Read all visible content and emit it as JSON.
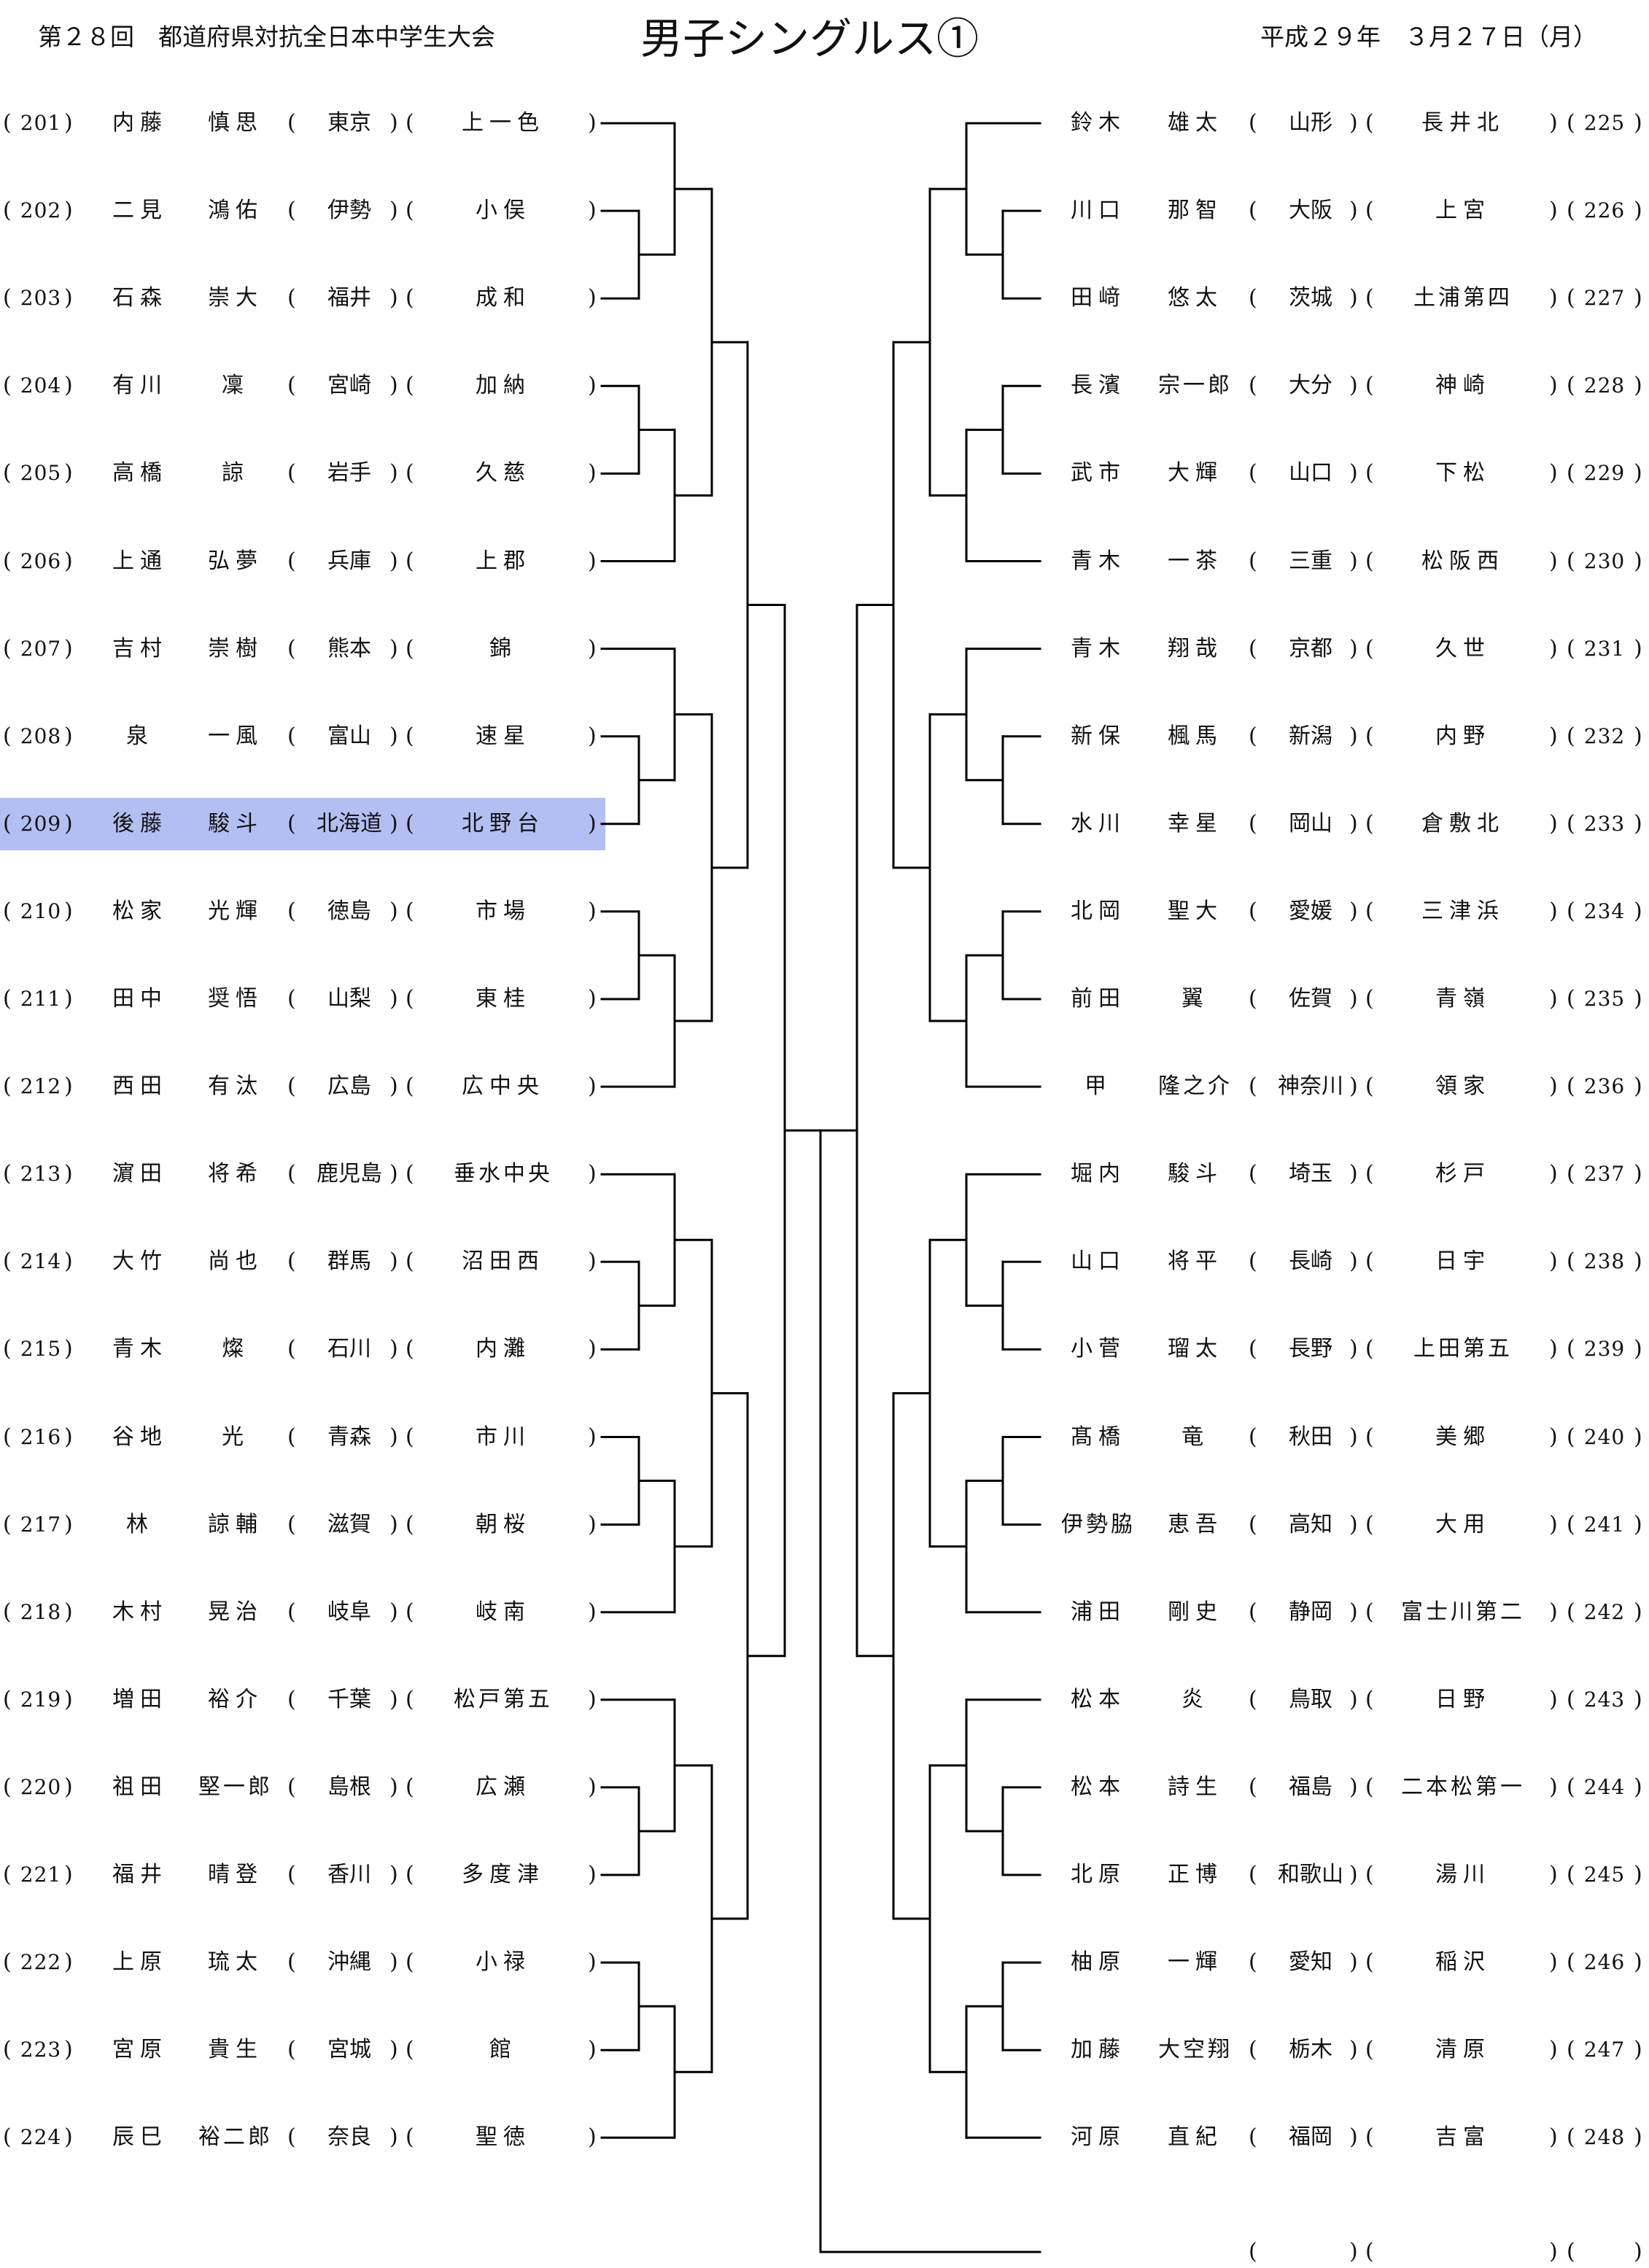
{
  "header": {
    "event": "第２８回　都道府県対抗全日本中学生大会",
    "title": "男子シングルス①",
    "date": "平成２９年　３月２７日（月）"
  },
  "left_entries": [
    {
      "no": "201",
      "surname": "内藤",
      "given": "慎思",
      "pref": "東京",
      "school": "上一色"
    },
    {
      "no": "202",
      "surname": "二見",
      "given": "鴻佑",
      "pref": "伊勢",
      "school": "小俣"
    },
    {
      "no": "203",
      "surname": "石森",
      "given": "崇大",
      "pref": "福井",
      "school": "成和"
    },
    {
      "no": "204",
      "surname": "有川",
      "given": "凜",
      "pref": "宮崎",
      "school": "加納"
    },
    {
      "no": "205",
      "surname": "高橋",
      "given": "諒",
      "pref": "岩手",
      "school": "久慈"
    },
    {
      "no": "206",
      "surname": "上通",
      "given": "弘夢",
      "pref": "兵庫",
      "school": "上郡"
    },
    {
      "no": "207",
      "surname": "吉村",
      "given": "崇樹",
      "pref": "熊本",
      "school": "錦"
    },
    {
      "no": "208",
      "surname": "泉",
      "given": "一風",
      "pref": "富山",
      "school": "速星"
    },
    {
      "no": "209",
      "surname": "後藤",
      "given": "駿斗",
      "pref": "北海道",
      "school": "北野台",
      "highlighted": true
    },
    {
      "no": "210",
      "surname": "松家",
      "given": "光輝",
      "pref": "徳島",
      "school": "市場"
    },
    {
      "no": "211",
      "surname": "田中",
      "given": "奨悟",
      "pref": "山梨",
      "school": "東桂"
    },
    {
      "no": "212",
      "surname": "西田",
      "given": "有汰",
      "pref": "広島",
      "school": "広中央"
    },
    {
      "no": "213",
      "surname": "濵田",
      "given": "将希",
      "pref": "鹿児島",
      "school": "垂水中央"
    },
    {
      "no": "214",
      "surname": "大竹",
      "given": "尚也",
      "pref": "群馬",
      "school": "沼田西"
    },
    {
      "no": "215",
      "surname": "青木",
      "given": "燦",
      "pref": "石川",
      "school": "内灘"
    },
    {
      "no": "216",
      "surname": "谷地",
      "given": "光",
      "pref": "青森",
      "school": "市川"
    },
    {
      "no": "217",
      "surname": "林",
      "given": "諒輔",
      "pref": "滋賀",
      "school": "朝桜"
    },
    {
      "no": "218",
      "surname": "木村",
      "given": "晃治",
      "pref": "岐阜",
      "school": "岐南"
    },
    {
      "no": "219",
      "surname": "増田",
      "given": "裕介",
      "pref": "千葉",
      "school": "松戸第五"
    },
    {
      "no": "220",
      "surname": "祖田",
      "given": "堅一郎",
      "pref": "島根",
      "school": "広瀬"
    },
    {
      "no": "221",
      "surname": "福井",
      "given": "晴登",
      "pref": "香川",
      "school": "多度津"
    },
    {
      "no": "222",
      "surname": "上原",
      "given": "琉太",
      "pref": "沖縄",
      "school": "小禄"
    },
    {
      "no": "223",
      "surname": "宮原",
      "given": "貴生",
      "pref": "宮城",
      "school": "館"
    },
    {
      "no": "224",
      "surname": "辰巳",
      "given": "裕二郎",
      "pref": "奈良",
      "school": "聖徳"
    }
  ],
  "right_entries": [
    {
      "no": "225",
      "surname": "鈴木",
      "given": "雄太",
      "pref": "山形",
      "school": "長井北"
    },
    {
      "no": "226",
      "surname": "川口",
      "given": "那智",
      "pref": "大阪",
      "school": "上宮"
    },
    {
      "no": "227",
      "surname": "田﨑",
      "given": "悠太",
      "pref": "茨城",
      "school": "土浦第四"
    },
    {
      "no": "228",
      "surname": "長濱",
      "given": "宗一郎",
      "pref": "大分",
      "school": "神崎"
    },
    {
      "no": "229",
      "surname": "武市",
      "given": "大輝",
      "pref": "山口",
      "school": "下松"
    },
    {
      "no": "230",
      "surname": "青木",
      "given": "一茶",
      "pref": "三重",
      "school": "松阪西"
    },
    {
      "no": "231",
      "surname": "青木",
      "given": "翔哉",
      "pref": "京都",
      "school": "久世"
    },
    {
      "no": "232",
      "surname": "新保",
      "given": "楓馬",
      "pref": "新潟",
      "school": "内野"
    },
    {
      "no": "233",
      "surname": "水川",
      "given": "幸星",
      "pref": "岡山",
      "school": "倉敷北"
    },
    {
      "no": "234",
      "surname": "北岡",
      "given": "聖大",
      "pref": "愛媛",
      "school": "三津浜"
    },
    {
      "no": "235",
      "surname": "前田",
      "given": "翼",
      "pref": "佐賀",
      "school": "青嶺"
    },
    {
      "no": "236",
      "surname": "甲",
      "given": "隆之介",
      "pref": "神奈川",
      "school": "領家"
    },
    {
      "no": "237",
      "surname": "堀内",
      "given": "駿斗",
      "pref": "埼玉",
      "school": "杉戸"
    },
    {
      "no": "238",
      "surname": "山口",
      "given": "将平",
      "pref": "長崎",
      "school": "日宇"
    },
    {
      "no": "239",
      "surname": "小菅",
      "given": "瑠太",
      "pref": "長野",
      "school": "上田第五"
    },
    {
      "no": "240",
      "surname": "髙橋",
      "given": "竜",
      "pref": "秋田",
      "school": "美郷"
    },
    {
      "no": "241",
      "surname": "伊勢脇",
      "given": "恵吾",
      "pref": "高知",
      "school": "大用"
    },
    {
      "no": "242",
      "surname": "浦田",
      "given": "剛史",
      "pref": "静岡",
      "school": "富士川第二"
    },
    {
      "no": "243",
      "surname": "松本",
      "given": "炎",
      "pref": "鳥取",
      "school": "日野"
    },
    {
      "no": "244",
      "surname": "松本",
      "given": "詩生",
      "pref": "福島",
      "school": "二本松第一"
    },
    {
      "no": "245",
      "surname": "北原",
      "given": "正博",
      "pref": "和歌山",
      "school": "湯川"
    },
    {
      "no": "246",
      "surname": "柚原",
      "given": "一輝",
      "pref": "愛知",
      "school": "稲沢"
    },
    {
      "no": "247",
      "surname": "加藤",
      "given": "大空翔",
      "pref": "栃木",
      "school": "清原"
    },
    {
      "no": "248",
      "surname": "河原",
      "given": "直紀",
      "pref": "福岡",
      "school": "吉富"
    },
    {
      "no": "",
      "surname": "",
      "given": "",
      "pref": "",
      "school": ""
    }
  ]
}
